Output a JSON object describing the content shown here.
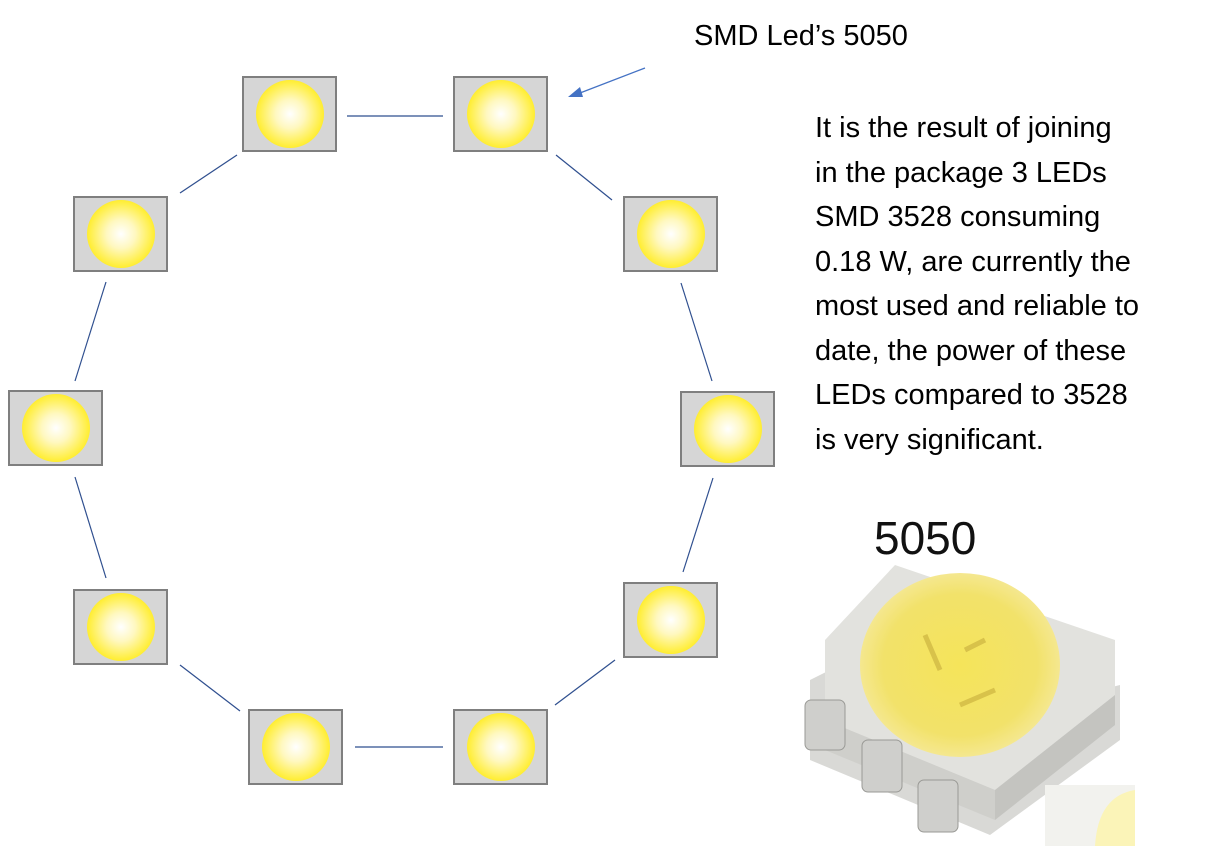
{
  "title": "SMD Led’s 5050",
  "description_lines": [
    "It is the result of joining",
    "in the package 3 LEDs",
    "SMD 3528 consuming",
    "0.18 W, are currently the",
    "most used and reliable to",
    "date, the power of these",
    "LEDs compared to 3528",
    "is very significant."
  ],
  "photo_label": "5050",
  "colors": {
    "connector": "#2f4f8f",
    "led_body": "#d6d6d6",
    "led_border": "#7f7f7f",
    "led_light": "#ffe600",
    "arrow": "#4472c4"
  }
}
